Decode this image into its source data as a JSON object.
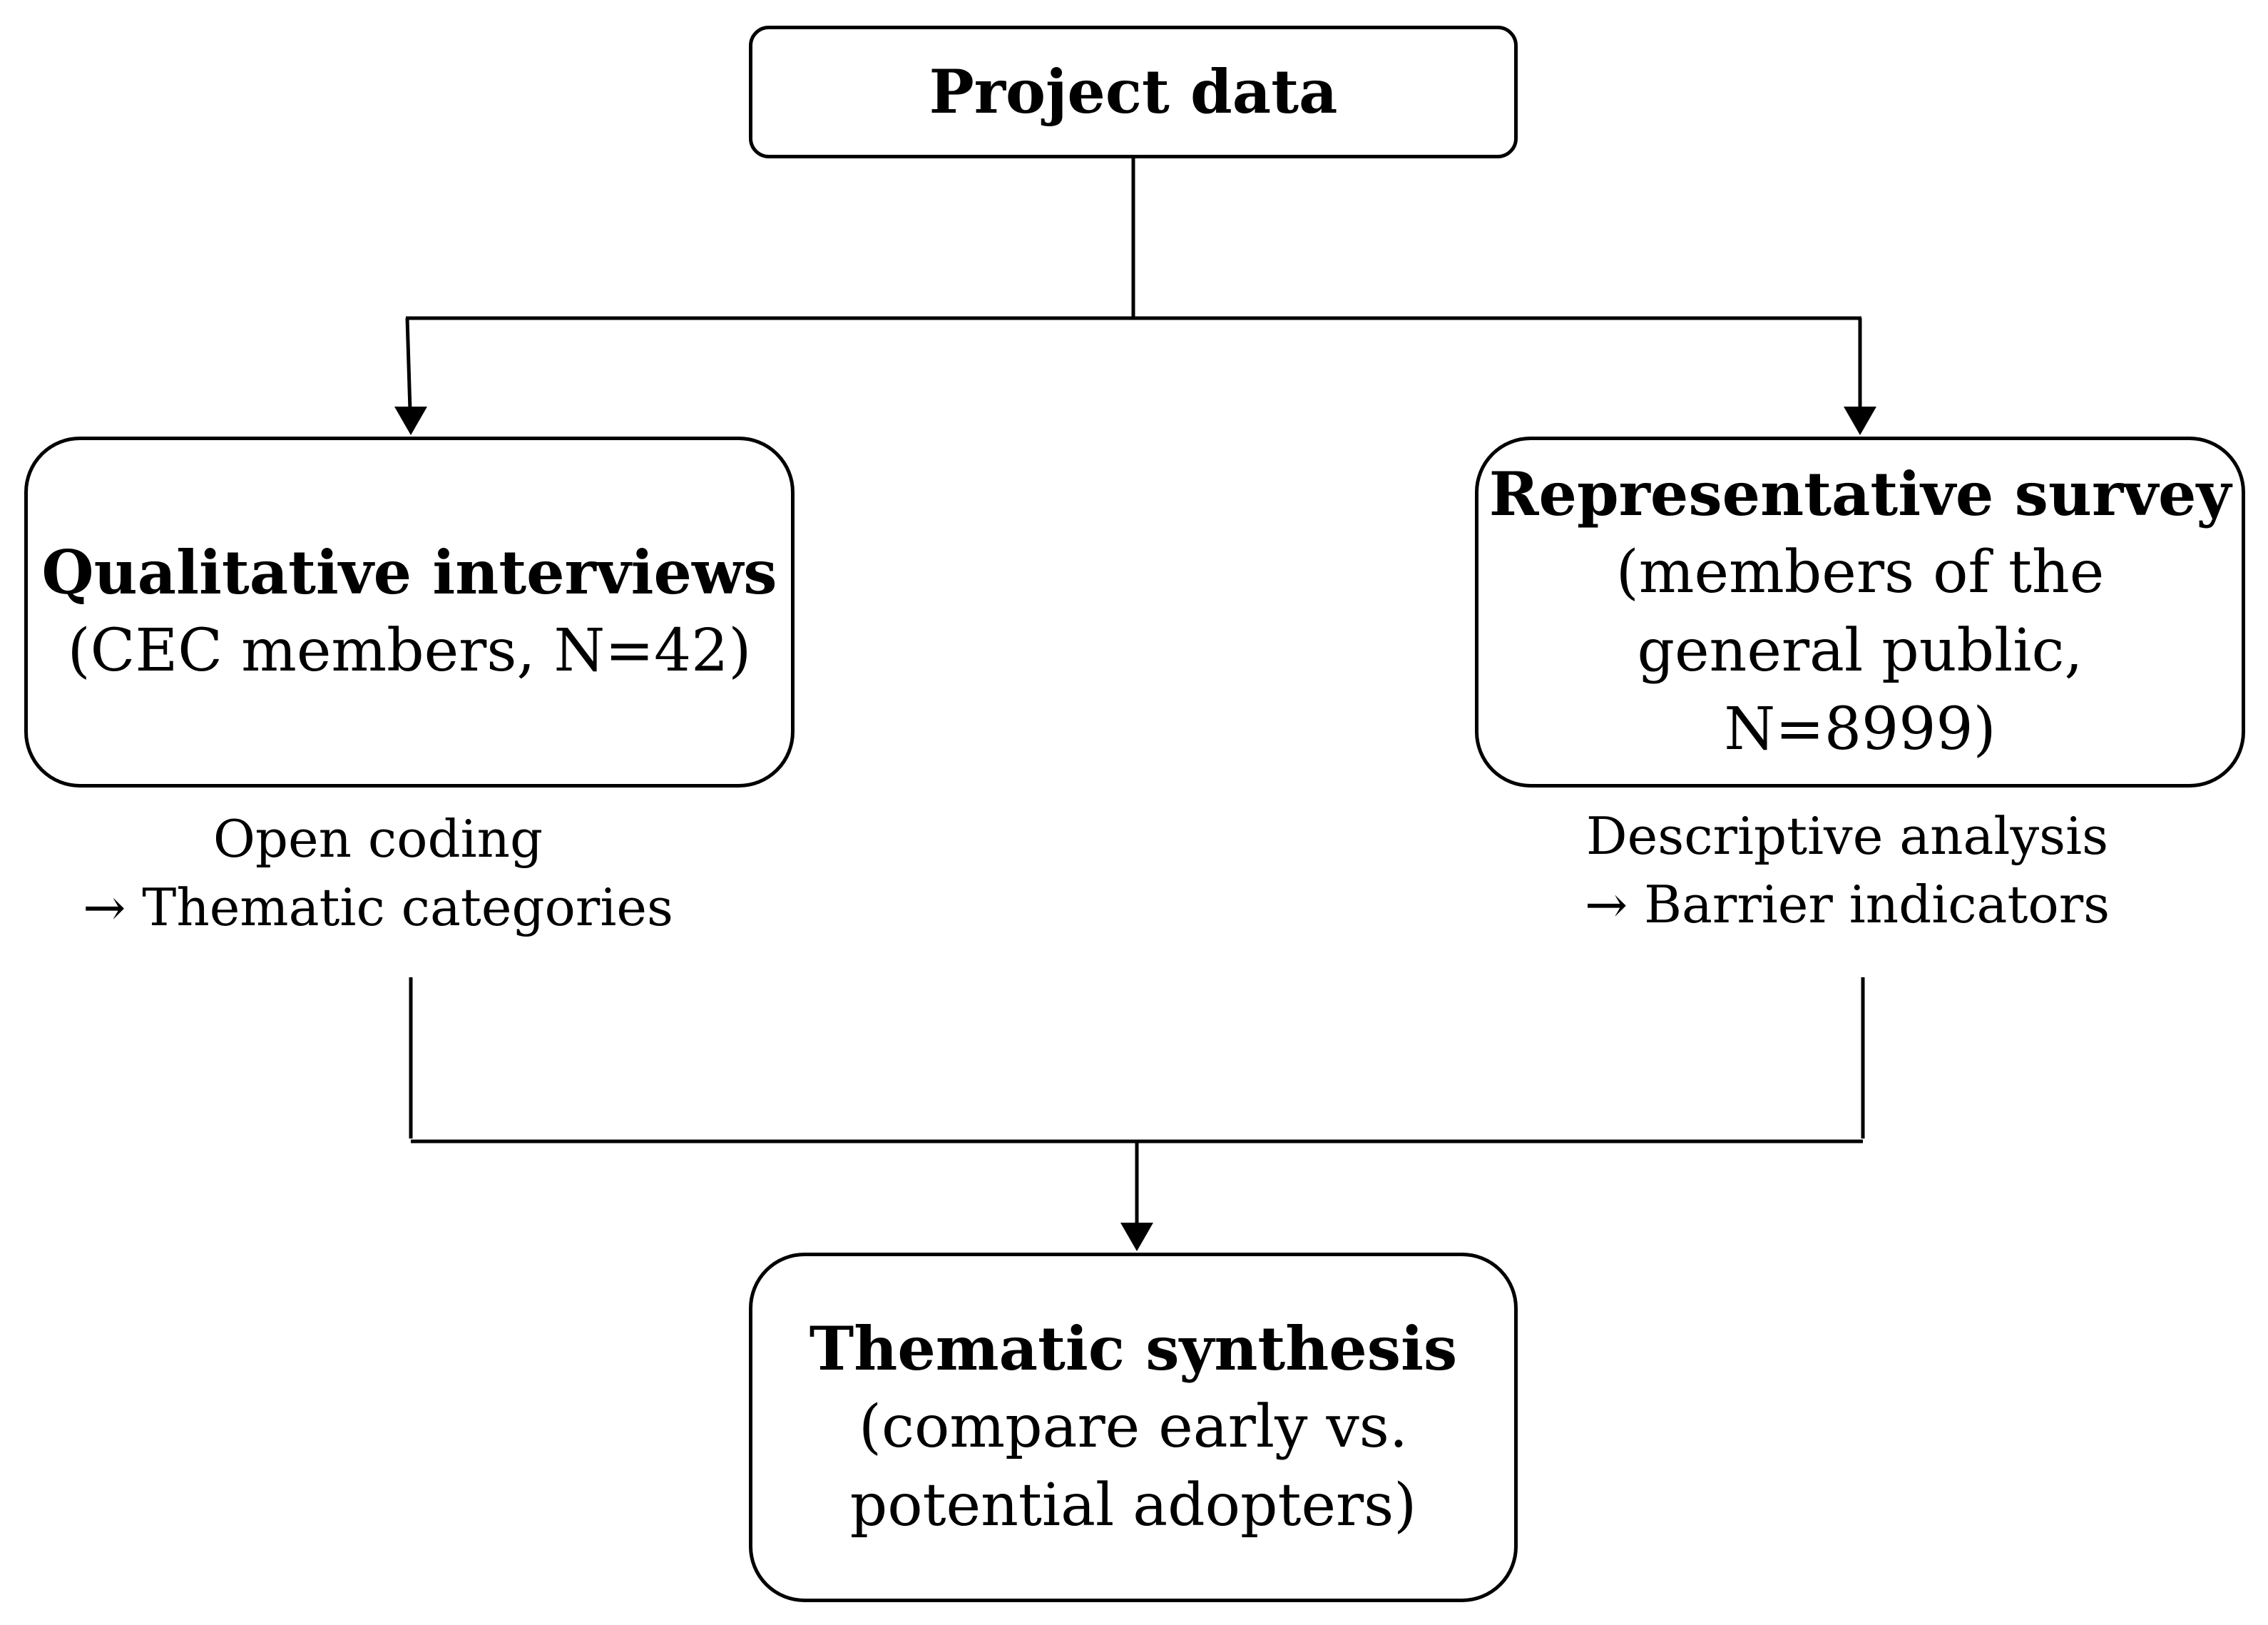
{
  "nodes": {
    "project": {
      "title": "Project data"
    },
    "qualitative": {
      "title": "Qualitative interviews",
      "lines": [
        "(CEC members, N=42)"
      ]
    },
    "survey": {
      "title": "Representative survey",
      "lines": [
        "(members of the",
        "general public,",
        "N=8999)"
      ]
    },
    "synthesis": {
      "title": "Thematic synthesis",
      "lines": [
        "(compare early vs.",
        "potential adopters)"
      ]
    }
  },
  "notes": {
    "qualitative": [
      "Open coding",
      "→ Thematic categories"
    ],
    "survey": [
      "Descriptive analysis",
      "→ Barrier indicators"
    ]
  },
  "edges": [
    {
      "from": "project",
      "to": "qualitative"
    },
    {
      "from": "project",
      "to": "survey"
    },
    {
      "from": "qualitative",
      "to": "synthesis"
    },
    {
      "from": "survey",
      "to": "synthesis"
    }
  ]
}
